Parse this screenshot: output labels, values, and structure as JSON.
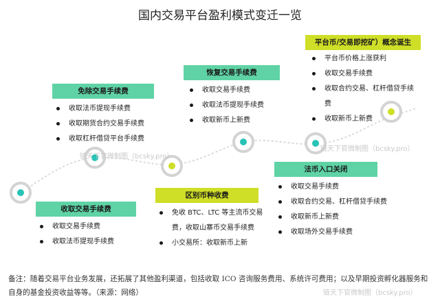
{
  "title": "国内交易平台盈利模式变迁一览",
  "stages": [
    {
      "id": "stage1",
      "header": "收取交易手续费",
      "items": [
        "收取交易手续费",
        "收取法币提现手续费"
      ]
    },
    {
      "id": "stage2",
      "header": "免除交易手续费",
      "items": [
        "收取法币提现手续费",
        "收取期货合约交易手续费",
        "收取杠杆借贷平台手续费"
      ]
    },
    {
      "id": "stage3",
      "header": "区别币种收费",
      "items": [
        "免收 BTC、LTC 等主流币交易费，收取山寨币交易手续费",
        "小交易所：收取新币上新"
      ]
    },
    {
      "id": "stage4",
      "header": "恢复交易手续费",
      "items": [
        "收取交易手续费",
        "收取法币提现手续费",
        "收取新币上新费"
      ]
    },
    {
      "id": "stage5",
      "header": "法币入口关闭",
      "items": [
        "收取交易手续费",
        "收取合约交易、杠杆借贷手续费",
        "收取新币上新费",
        "收取场外交易手续费"
      ]
    },
    {
      "id": "stage6",
      "header": "平台币/交易即挖矿）概念诞生",
      "items": [
        "平台币价格上涨获利",
        "收取交易手续费",
        "收取合约交易、杠杆借贷手续费",
        "收取新币上新费"
      ]
    }
  ],
  "watermark": "链天下官微制图（bcsky.pro）",
  "note": "备注：随着交易平台业务发展，还拓展了其他盈利渠道，包括收取 ICO 咨询服务费用、系统许可费用；以及早期投资孵化器服务和自身的基金投资收益等等。（来源：网络）",
  "colors": {
    "teal": "#5fd3a5",
    "lime": "#cfde27",
    "curve": "#dadada"
  }
}
